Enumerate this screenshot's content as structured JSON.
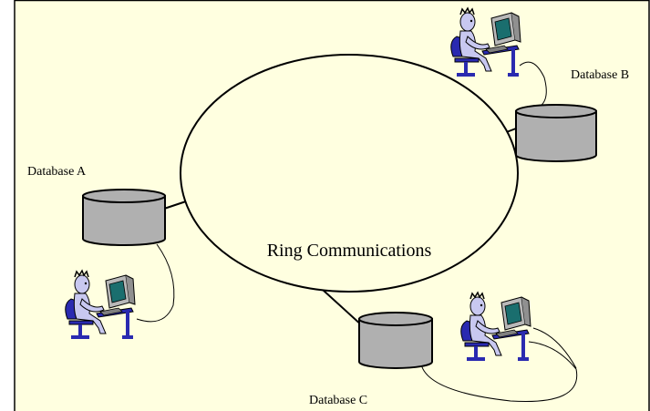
{
  "diagram": {
    "center_label": "Ring Communications",
    "nodes": [
      {
        "id": "db-a",
        "label": "Database A"
      },
      {
        "id": "db-b",
        "label": "Database B"
      },
      {
        "id": "db-c",
        "label": "Database C"
      }
    ]
  },
  "colors": {
    "background": "#FFFFE0",
    "border": "#000000",
    "cylinder_fill": "#B0B0B0",
    "ring_fill": "#FFFFE0",
    "user_body": "#C8C8F0",
    "chair": "#2A2AB0",
    "monitor": "#B8B8B8",
    "screen": "#1A6E6E",
    "line": "#000000"
  },
  "icons": [
    "database-cylinder-icon",
    "user-at-computer-icon"
  ]
}
